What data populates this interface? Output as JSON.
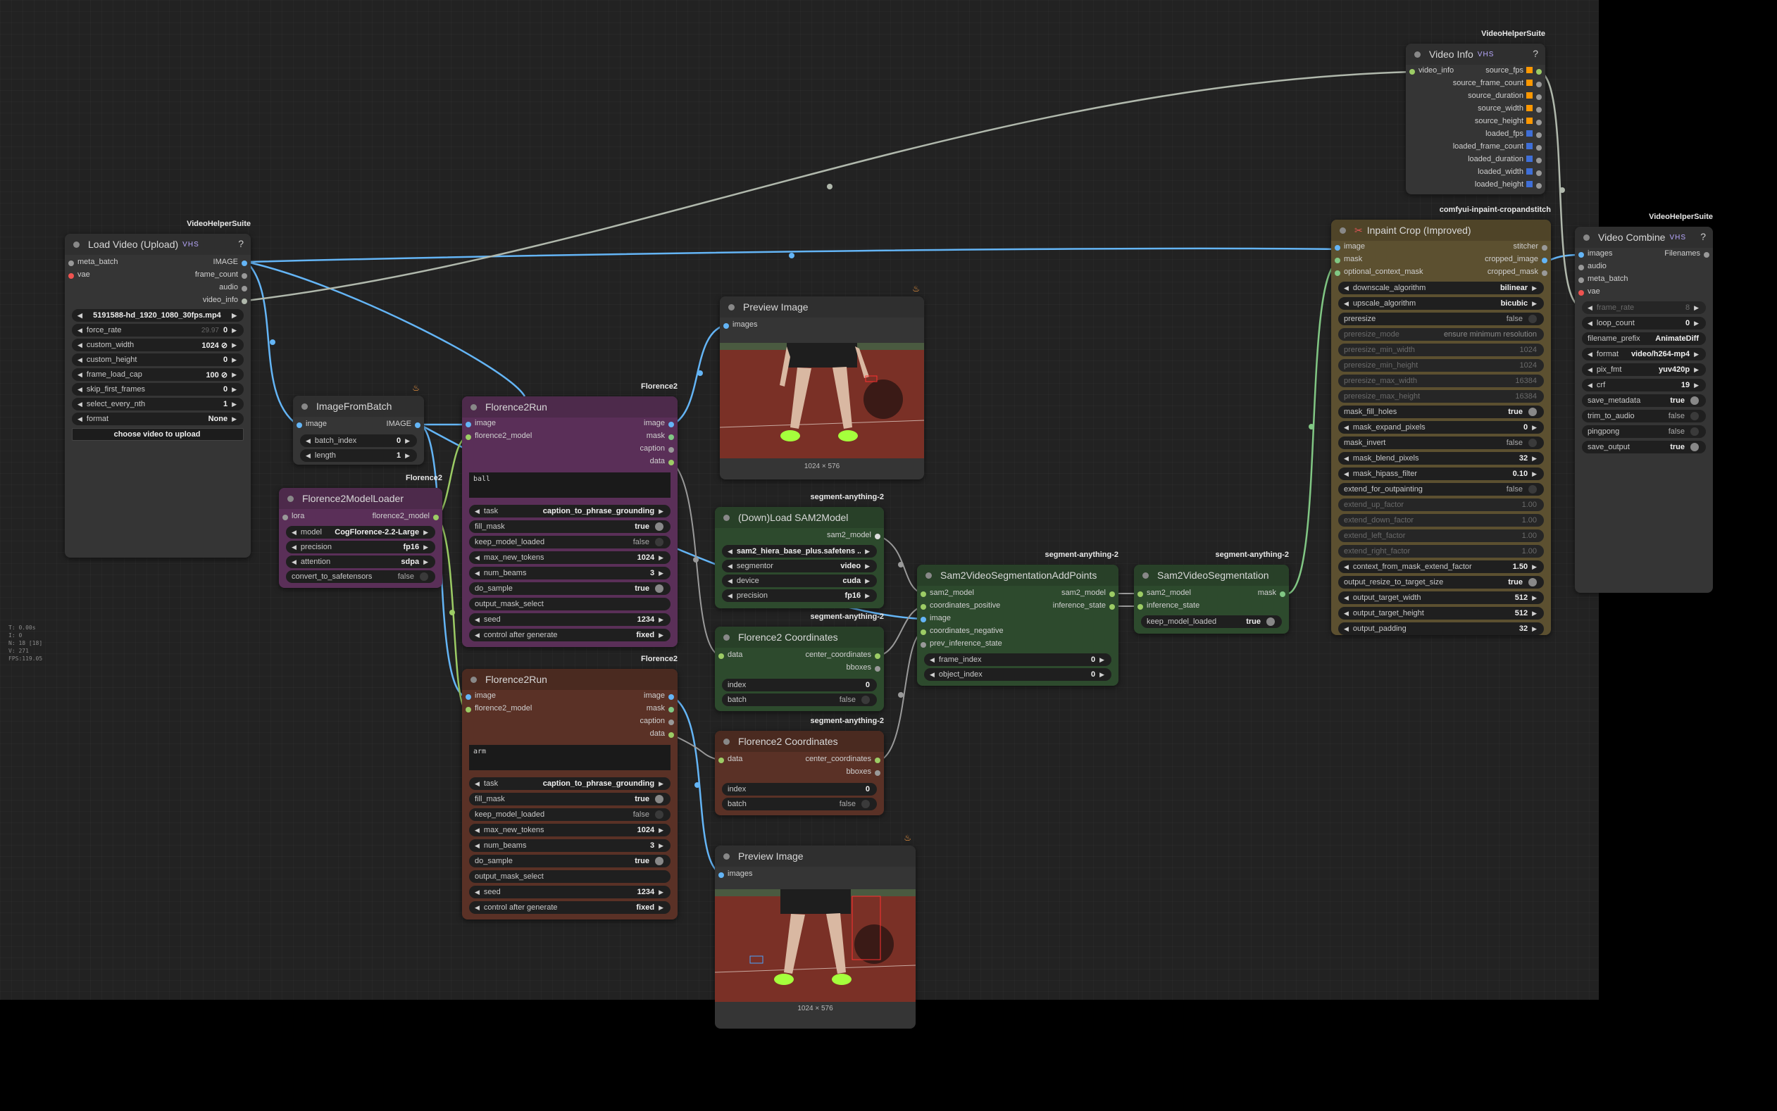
{
  "stats": [
    "T: 0.00s",
    "I: 0",
    "N: 18 [18]",
    "V: 271",
    "FPS:119.05"
  ],
  "nodes": {
    "load_video": {
      "badge": "VideoHelperSuite",
      "title": "Load Video (Upload)",
      "help": "?",
      "icons": "VHS",
      "inputs": [
        "meta_batch",
        "vae"
      ],
      "outputs": [
        "IMAGE",
        "frame_count",
        "audio",
        "video_info"
      ],
      "widgets": [
        {
          "label": "5191588-hd_1920_1080_30fps.mp4",
          "value": ""
        },
        {
          "label": "force_rate",
          "value": "0",
          "hint": "29.97"
        },
        {
          "label": "custom_width",
          "value": "1024 ⊘"
        },
        {
          "label": "custom_height",
          "value": "0"
        },
        {
          "label": "frame_load_cap",
          "value": "100 ⊘"
        },
        {
          "label": "skip_first_frames",
          "value": "0"
        },
        {
          "label": "select_every_nth",
          "value": "1"
        },
        {
          "label": "format",
          "value": "None"
        }
      ],
      "upload_button": "choose video to upload"
    },
    "image_from_batch": {
      "title": "ImageFromBatch",
      "inputs": [
        "image"
      ],
      "outputs": [
        "IMAGE"
      ],
      "widgets": [
        {
          "label": "batch_index",
          "value": "0"
        },
        {
          "label": "length",
          "value": "1"
        }
      ]
    },
    "florence_loader": {
      "badge": "Florence2",
      "title": "Florence2ModelLoader",
      "inputs": [
        "lora"
      ],
      "outputs": [
        "florence2_model"
      ],
      "widgets": [
        {
          "label": "model",
          "value": "CogFlorence-2.2-Large"
        },
        {
          "label": "precision",
          "value": "fp16"
        },
        {
          "label": "attention",
          "value": "sdpa"
        },
        {
          "label": "convert_to_safetensors",
          "value": "false"
        }
      ]
    },
    "florence_run_1": {
      "badge": "Florence2",
      "title": "Florence2Run",
      "inputs": [
        "image",
        "florence2_model"
      ],
      "outputs": [
        "image",
        "mask",
        "caption",
        "data"
      ],
      "text": "ball",
      "widgets": [
        {
          "label": "task",
          "value": "caption_to_phrase_grounding"
        },
        {
          "label": "fill_mask",
          "value": "true"
        },
        {
          "label": "keep_model_loaded",
          "value": "false"
        },
        {
          "label": "max_new_tokens",
          "value": "1024"
        },
        {
          "label": "num_beams",
          "value": "3"
        },
        {
          "label": "do_sample",
          "value": "true"
        },
        {
          "label": "output_mask_select",
          "value": ""
        },
        {
          "label": "seed",
          "value": "1234"
        },
        {
          "label": "control after generate",
          "value": "fixed"
        }
      ]
    },
    "florence_run_2": {
      "badge": "Florence2",
      "title": "Florence2Run",
      "inputs": [
        "image",
        "florence2_model"
      ],
      "outputs": [
        "image",
        "mask",
        "caption",
        "data"
      ],
      "text": "arm",
      "widgets": [
        {
          "label": "task",
          "value": "caption_to_phrase_grounding"
        },
        {
          "label": "fill_mask",
          "value": "true"
        },
        {
          "label": "keep_model_loaded",
          "value": "false"
        },
        {
          "label": "max_new_tokens",
          "value": "1024"
        },
        {
          "label": "num_beams",
          "value": "3"
        },
        {
          "label": "do_sample",
          "value": "true"
        },
        {
          "label": "output_mask_select",
          "value": ""
        },
        {
          "label": "seed",
          "value": "1234"
        },
        {
          "label": "control after generate",
          "value": "fixed"
        }
      ]
    },
    "preview_1": {
      "title": "Preview Image",
      "inputs": [
        "images"
      ],
      "caption": "1024 × 576"
    },
    "preview_2": {
      "title": "Preview Image",
      "inputs": [
        "images"
      ],
      "caption": "1024 × 576"
    },
    "sam2_loader": {
      "badge": "segment-anything-2",
      "title": "(Down)Load SAM2Model",
      "outputs": [
        "sam2_model"
      ],
      "widgets": [
        {
          "label": "sam2_hiera_base_plus.safetens ...",
          "value": ""
        },
        {
          "label": "segmentor",
          "value": "video"
        },
        {
          "label": "device",
          "value": "cuda"
        },
        {
          "label": "precision",
          "value": "fp16"
        }
      ]
    },
    "flo_coords_1": {
      "badge": "segment-anything-2",
      "title": "Florence2 Coordinates",
      "inputs": [
        "data"
      ],
      "outputs": [
        "center_coordinates",
        "bboxes"
      ],
      "widgets": [
        {
          "label": "index",
          "value": "0"
        },
        {
          "label": "batch",
          "value": "false"
        }
      ]
    },
    "flo_coords_2": {
      "badge": "segment-anything-2",
      "title": "Florence2 Coordinates",
      "inputs": [
        "data"
      ],
      "outputs": [
        "center_coordinates",
        "bboxes"
      ],
      "widgets": [
        {
          "label": "index",
          "value": "0"
        },
        {
          "label": "batch",
          "value": "false"
        }
      ]
    },
    "sam2_addpoints": {
      "badge": "segment-anything-2",
      "title": "Sam2VideoSegmentationAddPoints",
      "inputs": [
        "sam2_model",
        "coordinates_positive",
        "image",
        "coordinates_negative",
        "prev_inference_state"
      ],
      "outputs": [
        "sam2_model",
        "inference_state"
      ],
      "widgets": [
        {
          "label": "frame_index",
          "value": "0"
        },
        {
          "label": "object_index",
          "value": "0"
        }
      ]
    },
    "sam2_seg": {
      "badge": "segment-anything-2",
      "title": "Sam2VideoSegmentation",
      "inputs": [
        "sam2_model",
        "inference_state"
      ],
      "outputs": [
        "mask"
      ],
      "widgets": [
        {
          "label": "keep_model_loaded",
          "value": "true"
        }
      ]
    },
    "video_info": {
      "badge": "VideoHelperSuite",
      "title": "Video Info",
      "help": "?",
      "icons": "VHS",
      "inputs": [
        "video_info"
      ],
      "outputs": [
        "source_fps",
        "source_frame_count",
        "source_duration",
        "source_width",
        "source_height",
        "loaded_fps",
        "loaded_frame_count",
        "loaded_duration",
        "loaded_width",
        "loaded_height"
      ]
    },
    "inpaint_crop": {
      "badge": "comfyui-inpaint-cropandstitch",
      "title": "Inpaint Crop (Improved)",
      "inputs": [
        "image",
        "mask",
        "optional_context_mask"
      ],
      "outputs": [
        "stitcher",
        "cropped_image",
        "cropped_mask"
      ],
      "widgets": [
        {
          "label": "downscale_algorithm",
          "value": "bilinear"
        },
        {
          "label": "upscale_algorithm",
          "value": "bicubic"
        },
        {
          "label": "preresize",
          "value": "false"
        },
        {
          "label": "preresize_mode",
          "value": "ensure minimum resolution"
        },
        {
          "label": "preresize_min_width",
          "value": "1024"
        },
        {
          "label": "preresize_min_height",
          "value": "1024"
        },
        {
          "label": "preresize_max_width",
          "value": "16384"
        },
        {
          "label": "preresize_max_height",
          "value": "16384"
        },
        {
          "label": "mask_fill_holes",
          "value": "true"
        },
        {
          "label": "mask_expand_pixels",
          "value": "0"
        },
        {
          "label": "mask_invert",
          "value": "false"
        },
        {
          "label": "mask_blend_pixels",
          "value": "32"
        },
        {
          "label": "mask_hipass_filter",
          "value": "0.10"
        },
        {
          "label": "extend_for_outpainting",
          "value": "false"
        },
        {
          "label": "extend_up_factor",
          "value": "1.00"
        },
        {
          "label": "extend_down_factor",
          "value": "1.00"
        },
        {
          "label": "extend_left_factor",
          "value": "1.00"
        },
        {
          "label": "extend_right_factor",
          "value": "1.00"
        },
        {
          "label": "context_from_mask_extend_factor",
          "value": "1.50"
        },
        {
          "label": "output_resize_to_target_size",
          "value": "true"
        },
        {
          "label": "output_target_width",
          "value": "512"
        },
        {
          "label": "output_target_height",
          "value": "512"
        },
        {
          "label": "output_padding",
          "value": "32"
        }
      ]
    },
    "video_combine": {
      "badge": "VideoHelperSuite",
      "title": "Video Combine",
      "help": "?",
      "icons": "VHS",
      "inputs": [
        "images",
        "audio",
        "meta_batch",
        "vae"
      ],
      "outputs": [
        "Filenames"
      ],
      "widgets": [
        {
          "label": "frame_rate",
          "value": "8"
        },
        {
          "label": "loop_count",
          "value": "0"
        },
        {
          "label": "filename_prefix",
          "value": "AnimateDiff"
        },
        {
          "label": "format",
          "value": "video/h264-mp4"
        },
        {
          "label": "pix_fmt",
          "value": "yuv420p"
        },
        {
          "label": "crf",
          "value": "19"
        },
        {
          "label": "save_metadata",
          "value": "true"
        },
        {
          "label": "trim_to_audio",
          "value": "false"
        },
        {
          "label": "pingpong",
          "value": "false"
        },
        {
          "label": "save_output",
          "value": "true"
        }
      ]
    }
  }
}
